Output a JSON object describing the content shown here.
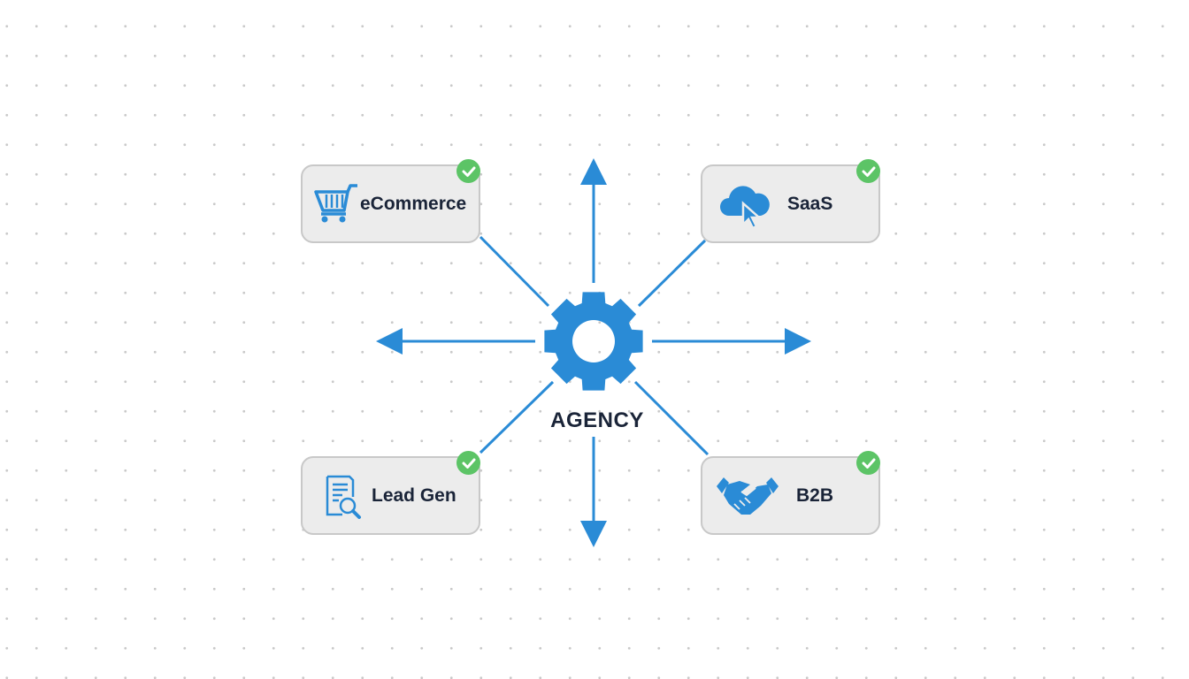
{
  "center": {
    "label": "AGENCY",
    "icon": "gear-icon"
  },
  "nodes": [
    {
      "label": "eCommerce",
      "icon": "shopping-cart-icon",
      "status": "check-icon"
    },
    {
      "label": "SaaS",
      "icon": "cloud-cursor-icon",
      "status": "check-icon"
    },
    {
      "label": "Lead Gen",
      "icon": "document-search-icon",
      "status": "check-icon"
    },
    {
      "label": "B2B",
      "icon": "handshake-icon",
      "status": "check-icon"
    }
  ],
  "colors": {
    "accent": "#2a8bd6",
    "check": "#5cc466",
    "text": "#1a2438",
    "node_bg": "#ececec"
  }
}
